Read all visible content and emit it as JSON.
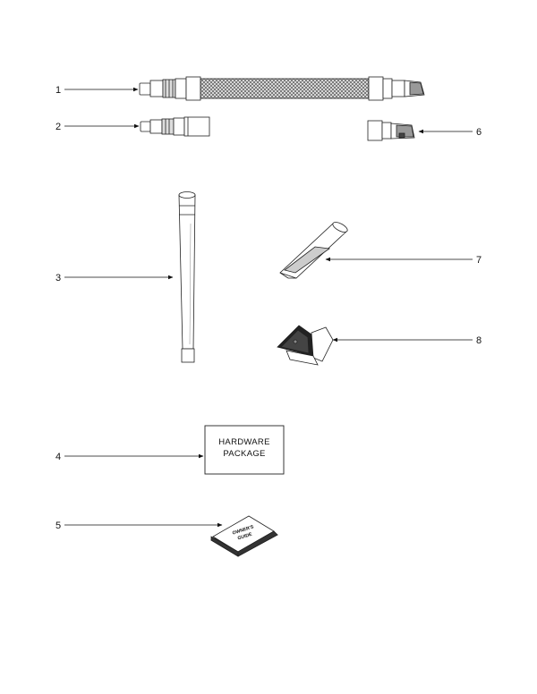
{
  "callouts": {
    "c1": "1",
    "c2": "2",
    "c3": "3",
    "c4": "4",
    "c5": "5",
    "c6": "6",
    "c7": "7",
    "c8": "8"
  },
  "hardware_package": {
    "line1": "HARDWARE",
    "line2": "PACKAGE"
  },
  "owners_guide": {
    "line1": "OWNER'S",
    "line2": "GUIDE"
  }
}
